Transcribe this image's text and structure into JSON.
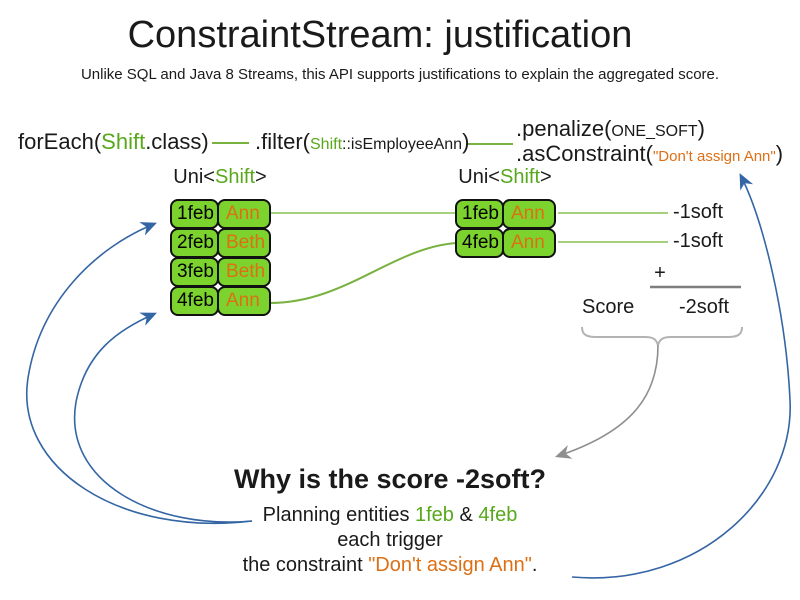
{
  "title": "ConstraintStream: justification",
  "subtitle": "Unlike SQL and Java 8 Streams, this API supports justifications to explain the aggregated score.",
  "code": {
    "foreach_prefix": "forEach(",
    "foreach_class": "Shift",
    "foreach_suffix": ".class)",
    "filter_prefix": ".filter(",
    "filter_class": "Shift",
    "filter_method": "::isEmployeeAnn",
    "filter_suffix": ")",
    "penalize_prefix": ".penalize(",
    "penalize_arg": "ONE_SOFT",
    "penalize_suffix": ")",
    "asconstraint_prefix": ".asConstraint(",
    "asconstraint_arg": "\"Don't assign Ann\"",
    "asconstraint_suffix": ")"
  },
  "left_table": {
    "header": {
      "prefix": "Uni<",
      "type": "Shift",
      "suffix": ">"
    },
    "rows": [
      {
        "date": "1feb",
        "employee": "Ann"
      },
      {
        "date": "2feb",
        "employee": "Beth"
      },
      {
        "date": "3feb",
        "employee": "Beth"
      },
      {
        "date": "4feb",
        "employee": "Ann"
      }
    ]
  },
  "right_table": {
    "header": {
      "prefix": "Uni<",
      "type": "Shift",
      "suffix": ">"
    },
    "rows": [
      {
        "date": "1feb",
        "employee": "Ann"
      },
      {
        "date": "4feb",
        "employee": "Ann"
      }
    ]
  },
  "scores": {
    "row_labels": [
      "-1soft",
      "-1soft"
    ],
    "plus": "+",
    "score_label": "Score",
    "total": "-2soft"
  },
  "question": {
    "heading": "Why is the score -2soft?",
    "line1_prefix": "Planning entities ",
    "line1_entity1": "1feb",
    "line1_amp": " & ",
    "line1_entity2": "4feb",
    "line2": "each trigger",
    "line3_prefix": "the constraint ",
    "line3_constraint": "\"Don't assign Ann\"",
    "line3_suffix": "."
  },
  "colors": {
    "green_text": "#58a81c",
    "cell_green": "#7cd32e",
    "orange": "#dd6f14",
    "blue_arrow": "#3465a4",
    "line_green_light": "#a6d07c",
    "line_green": "#79b241",
    "gray_arrow": "#8f8f8f",
    "brace_gray": "#b3b3b3"
  }
}
